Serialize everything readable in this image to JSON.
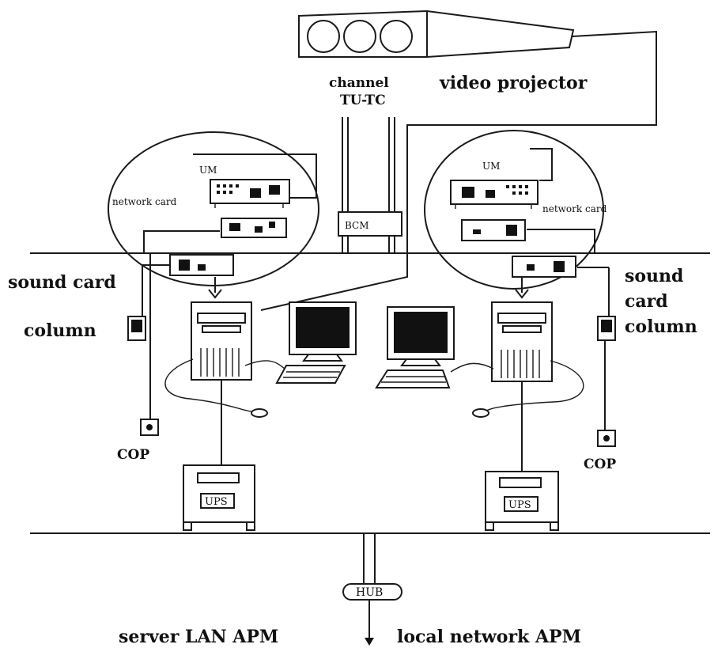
{
  "labels": {
    "channel": "channel",
    "channel_code": "TU-TC",
    "video_projector": "video projector",
    "bcm": "BCM",
    "um_left": "UM",
    "um_right": "UM",
    "network_card_left": "network card",
    "network_card_right": "network card",
    "sound_card_left": "sound card",
    "column_left": "column",
    "sound_right": "sound",
    "card_right": "card",
    "column_right": "column",
    "cop_left": "COP",
    "cop_right": "COP",
    "ups_left": "UPS",
    "ups_right": "UPS",
    "hub": "HUB",
    "server_lan": "server LAN APM",
    "local_network": "local network APM"
  }
}
